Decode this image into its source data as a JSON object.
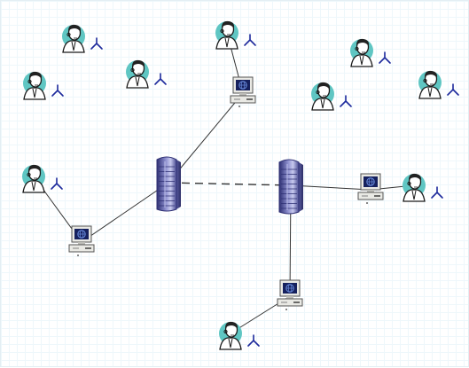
{
  "diagram": {
    "nodes": [
      {
        "id": "user-1",
        "kind": "user"
      },
      {
        "id": "user-2",
        "kind": "user"
      },
      {
        "id": "user-3",
        "kind": "user"
      },
      {
        "id": "user-4",
        "kind": "user"
      },
      {
        "id": "user-5",
        "kind": "user"
      },
      {
        "id": "user-6",
        "kind": "user"
      },
      {
        "id": "user-7",
        "kind": "user"
      },
      {
        "id": "user-8",
        "kind": "user"
      },
      {
        "id": "user-9",
        "kind": "user"
      },
      {
        "id": "user-10",
        "kind": "user"
      },
      {
        "id": "workstation-top",
        "kind": "workstation"
      },
      {
        "id": "workstation-left",
        "kind": "workstation"
      },
      {
        "id": "workstation-right",
        "kind": "workstation"
      },
      {
        "id": "workstation-bottom",
        "kind": "workstation"
      },
      {
        "id": "server-left",
        "kind": "server"
      },
      {
        "id": "server-right",
        "kind": "server"
      }
    ],
    "links": [
      {
        "from": "user-3",
        "to": "workstation-top",
        "style": "solid"
      },
      {
        "from": "workstation-top",
        "to": "server-left",
        "style": "solid"
      },
      {
        "from": "user-8",
        "to": "workstation-left",
        "style": "solid"
      },
      {
        "from": "workstation-left",
        "to": "server-left",
        "style": "solid"
      },
      {
        "from": "server-left",
        "to": "server-right",
        "style": "dashed"
      },
      {
        "from": "server-right",
        "to": "workstation-right",
        "style": "solid"
      },
      {
        "from": "workstation-right",
        "to": "user-9",
        "style": "solid"
      },
      {
        "from": "server-right",
        "to": "workstation-bottom",
        "style": "solid"
      },
      {
        "from": "workstation-bottom",
        "to": "user-10",
        "style": "solid"
      }
    ],
    "colors": {
      "background": "#ffffff",
      "grid": "#eef7fb",
      "user_circle": "#5fc6c3",
      "person_outline": "#1a1a1a",
      "face": "#ffffff",
      "hair": "#222222",
      "signal_glyph": "#1d2a9c",
      "link_line": "#333333",
      "server_body": "#6d6fb0",
      "server_dark": "#2d2f73",
      "server_light": "#c7c9ee",
      "monitor_body": "#e9e9e4",
      "monitor_screen": "#16215e",
      "monitor_globe": "#6c8fe0"
    },
    "icons": {
      "user": "person-icon",
      "signal": "signal-icon",
      "workstation": "workstation-icon",
      "server": "server-tower-icon"
    }
  }
}
